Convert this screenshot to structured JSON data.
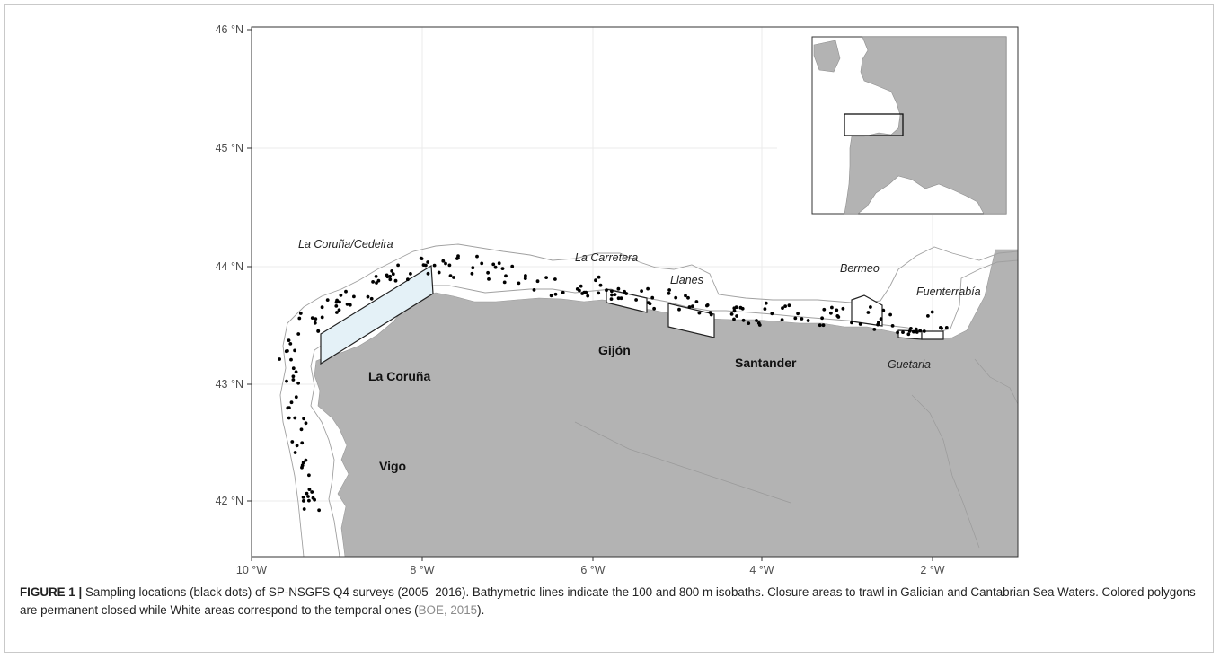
{
  "map": {
    "y_ticks": [
      "46 °N",
      "45 °N",
      "44 °N",
      "43 °N",
      "42 °N"
    ],
    "x_ticks": [
      "10 °W",
      "8 °W",
      "6 °W",
      "4 °W",
      "2 °W"
    ],
    "cities": [
      "La Coruña",
      "Vigo",
      "Gijón",
      "Santander"
    ],
    "closure_areas": [
      "La Coruña/Cedeira",
      "La Carretera",
      "Llanes",
      "Bermeo",
      "Fuenterrabía",
      "Guetaria"
    ],
    "colors": {
      "land": "#b3b3b3",
      "sea": "#ffffff",
      "closed_fill": "#e4f1f7",
      "grid": "#ebebeb"
    }
  },
  "caption": {
    "label": "FIGURE 1 |",
    "text": " Sampling locations (black dots) of SP-NSGFS Q4 surveys (2005–2016). Bathymetric lines indicate the 100 and 800 m isobaths. Closure areas to trawl in Galician and Cantabrian Sea Waters. Colored polygons are permanent closed while White areas correspond to the temporal ones (",
    "ref": "BOE, 2015",
    "end": ")."
  }
}
